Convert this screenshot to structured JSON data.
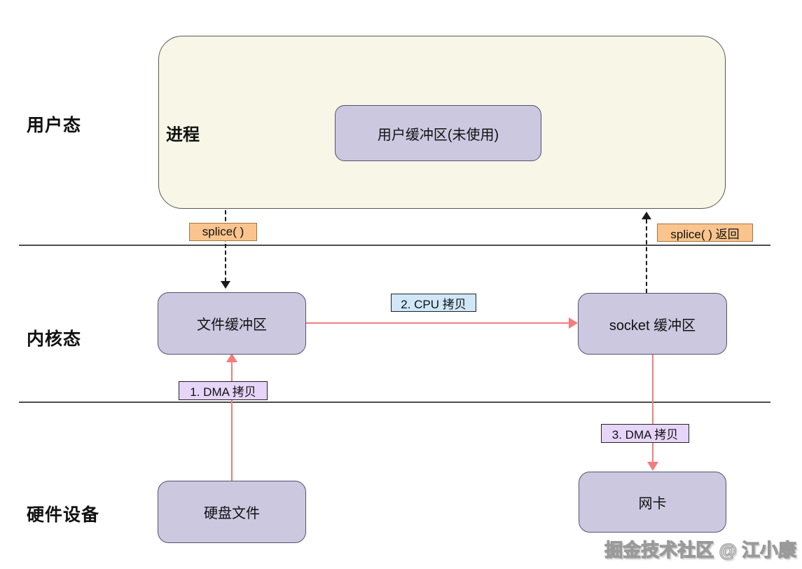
{
  "layers": {
    "user_mode": "用户态",
    "kernel_mode": "内核态",
    "hardware": "硬件设备"
  },
  "nodes": {
    "process": "进程",
    "user_buffer": "用户缓冲区(未使用)",
    "file_buffer": "文件缓冲区",
    "socket_buffer": "socket 缓冲区",
    "disk_file": "硬盘文件",
    "nic": "网卡"
  },
  "labels": {
    "splice_call": "splice( )",
    "splice_return": "splice( ) 返回",
    "dma_copy_1": "1. DMA 拷贝",
    "cpu_copy_2": "2. CPU 拷贝",
    "dma_copy_3": "3. DMA 拷贝"
  },
  "watermark": "掘金技术社区 @ 江小康",
  "colors": {
    "process_fill": "#f8f6e6",
    "process_border": "#595959",
    "node_fill": "#cbc8e0",
    "node_border": "#56526d",
    "call_label_fill": "#f9c48d",
    "call_label_border": "#a9753e",
    "cpu_label_fill": "#cfe7f9",
    "dma_label_fill": "#e7d5f9",
    "copy_label_border": "#222222",
    "arrow_red": "#f47c7c",
    "divider_color": "#4d4d4d",
    "dashed_arrow_color": "#1a1a1a"
  }
}
